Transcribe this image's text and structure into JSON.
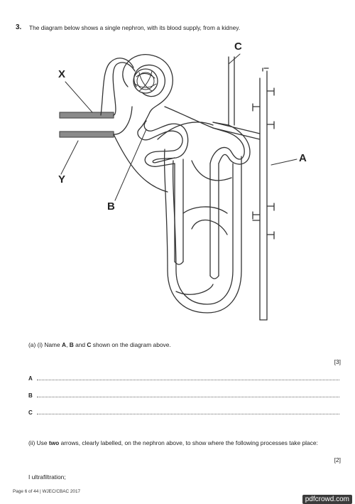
{
  "question": {
    "number": "3.",
    "stem": "The diagram below shows a single nephron, with its blood supply, from a kidney."
  },
  "diagram": {
    "labels": {
      "a": "A",
      "b": "B",
      "c": "C",
      "x": "X",
      "y": "Y"
    }
  },
  "part_a_i": {
    "prefix": "(a)  (i)  Name ",
    "a": "A",
    "sep1": ", ",
    "b": "B",
    "sep2": " and ",
    "c": "C",
    "suffix": " shown on the diagram above.",
    "marks": "[3]",
    "answers": [
      {
        "letter": "A"
      },
      {
        "letter": "B"
      },
      {
        "letter": "C"
      }
    ]
  },
  "part_a_ii": {
    "prefix": "(ii)  Use ",
    "bold": "two",
    "suffix": " arrows, clearly labelled, on the nephron above, to show where the following processes take place:",
    "marks": "[2]",
    "item1": "I  ultrafiltration;"
  },
  "footer": {
    "page": "Page 6 of 44 | WJEC/CBAC 2017",
    "watermark": "pdfcrowd.com"
  }
}
